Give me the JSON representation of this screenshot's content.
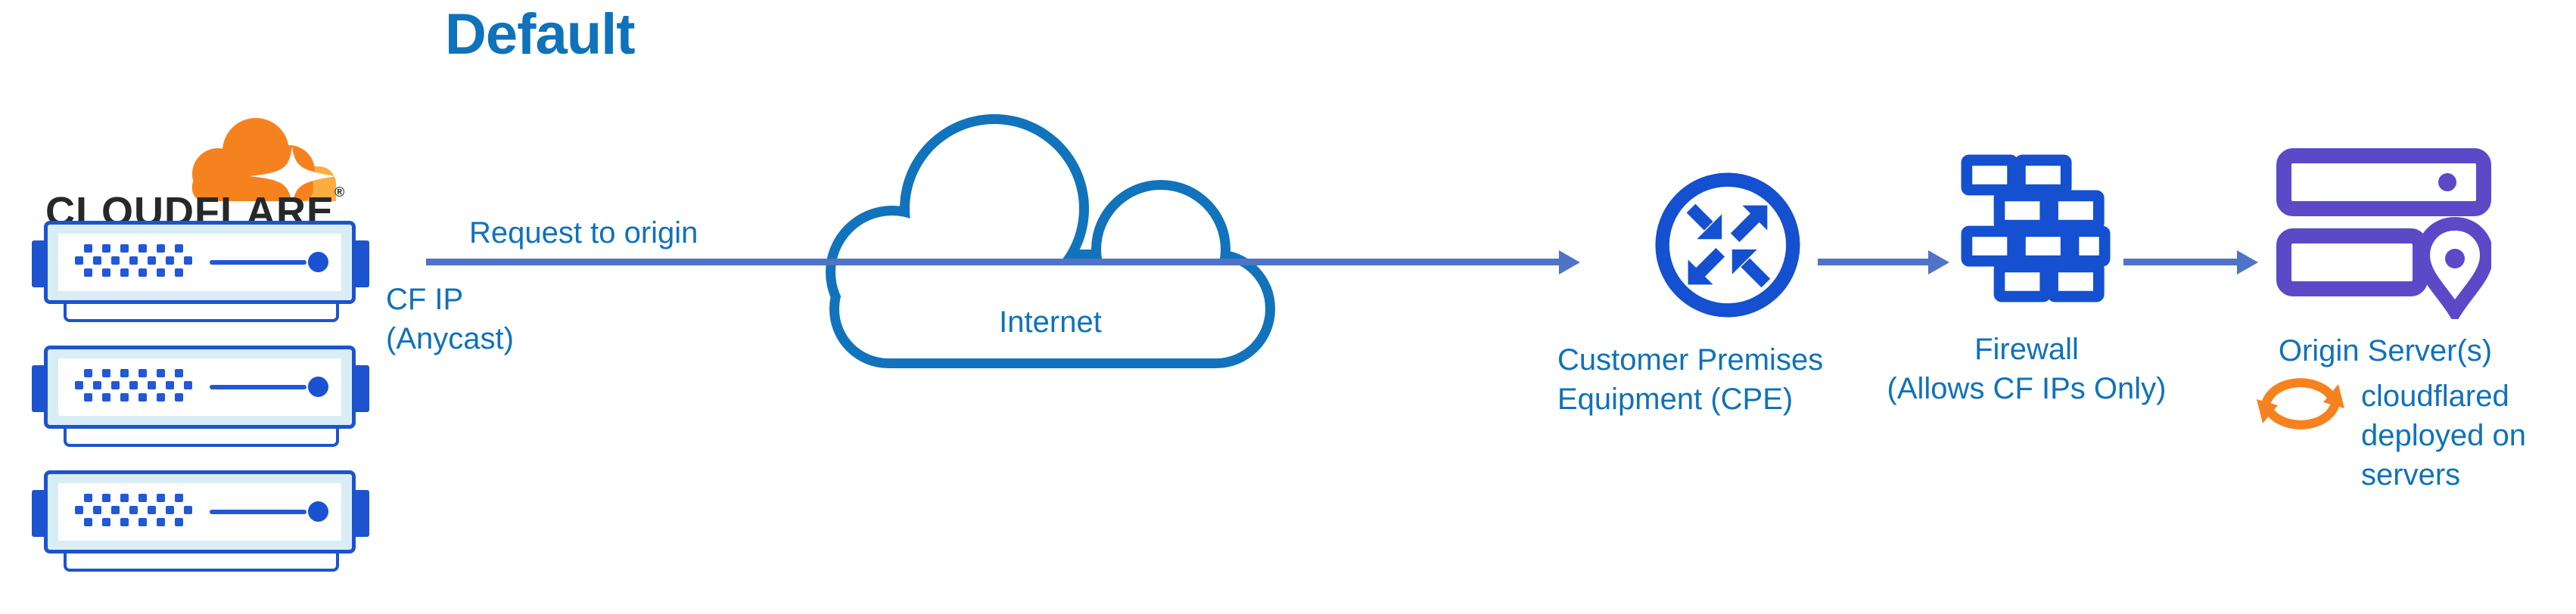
{
  "title": "Default",
  "logo": {
    "wordmark": "CLOUDFLARE",
    "registered": "®"
  },
  "flow": {
    "request_label": "Request to origin",
    "cf_ip_line1": "CF IP",
    "cf_ip_line2": "(Anycast)",
    "internet_label": "Internet"
  },
  "nodes": {
    "cpe": {
      "line1": "Customer Premises",
      "line2": "Equipment (CPE)"
    },
    "firewall": {
      "line1": "Firewall",
      "line2": "(Allows CF IPs Only)"
    },
    "origin": {
      "label": "Origin Server(s)"
    },
    "cloudflared_note": {
      "line1": "cloudflared",
      "line2": "deployed on",
      "line3": "servers"
    }
  },
  "icons": {
    "cloudflare-logo-icon": "orange cloud with white flare",
    "server-rack-icon": "edge server unit ×3",
    "internet-cloud-icon": "outlined cloud",
    "router-cpe-icon": "circle with four diagonal arrows",
    "firewall-brick-icon": "staggered brick wall",
    "origin-server-icon": "two server bars with location pin",
    "sync-arrows-icon": "two orange circular arrows",
    "arrow-right-icon": "slate blue flow arrow ×3"
  },
  "colors": {
    "text_blue": "#0f72ba",
    "flow_line_blue": "#4f74c7",
    "icon_blue": "#1450cf",
    "server_blue": "#1d53cf",
    "server_fill": "#d9edf5",
    "cloud_stroke_blue": "#1173bb",
    "origin_purple": "#5b49c8",
    "orange": "#f6821f",
    "orange_light": "#fbad41",
    "wordmark_dark": "#26282a"
  }
}
